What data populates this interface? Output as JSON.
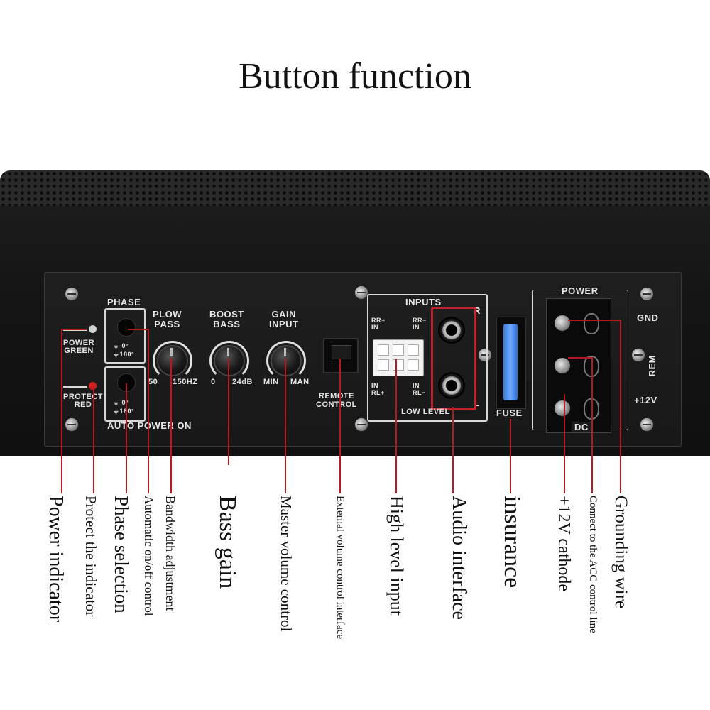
{
  "title": "Button function",
  "panel": {
    "phase": "PHASE",
    "power_green": "POWER\nGREEN",
    "protect_red": "PROTECT\nRED",
    "phase_deg_top_a": "⏚ 0°",
    "phase_deg_top_b": "⏚180°",
    "phase_deg_bot_a": "⏚ 0°",
    "phase_deg_bot_b": "⏚180°",
    "auto_power_on": "AUTO POWER ON",
    "lowpass": "PLOW\nPASS",
    "lowpass_min": "50",
    "lowpass_max": "150HZ",
    "boost": "BOOST\nBASS",
    "boost_min": "0",
    "boost_max": "24dB",
    "gain": "GAIN\nINPUT",
    "gain_min": "MIN",
    "gain_max": "MAN",
    "remote": "REMOTE\nCONTROL",
    "inputs": "INPUTS",
    "rr_plus": "RR+\nIN",
    "rr_minus": "RR−\nIN",
    "rl_plus": "IN\nRL+",
    "rl_minus": "IN\nRL−",
    "r_label": "R",
    "l_label": "L",
    "low_level": "LOW LEVEL",
    "fuse": "FUSE",
    "power": "POWER",
    "dc": "DC",
    "gnd": "GND",
    "rem": "REM",
    "plus12": "+12V"
  },
  "captions": {
    "power_indicator": "Power indicator",
    "protect_indicator": "Protect the indicator",
    "phase_selection": "Phase selection",
    "auto_onoff": "Automatic on/off control",
    "bandwidth": "Bandwidth adjustment",
    "bass_gain": "Bass gain",
    "master_volume": "Master volume control",
    "external_volume": "External volume control interface",
    "high_level": "High level input",
    "audio_interface": "Audio interface",
    "insurance": "insurance",
    "cathode": "+12V cathode",
    "acc_line": "Connect to the ACC control line",
    "grounding": "Grounding wire"
  },
  "colors": {
    "leader_line": "#b8191f",
    "fuse": "#4a8cf0",
    "protect_led": "#d42020"
  }
}
